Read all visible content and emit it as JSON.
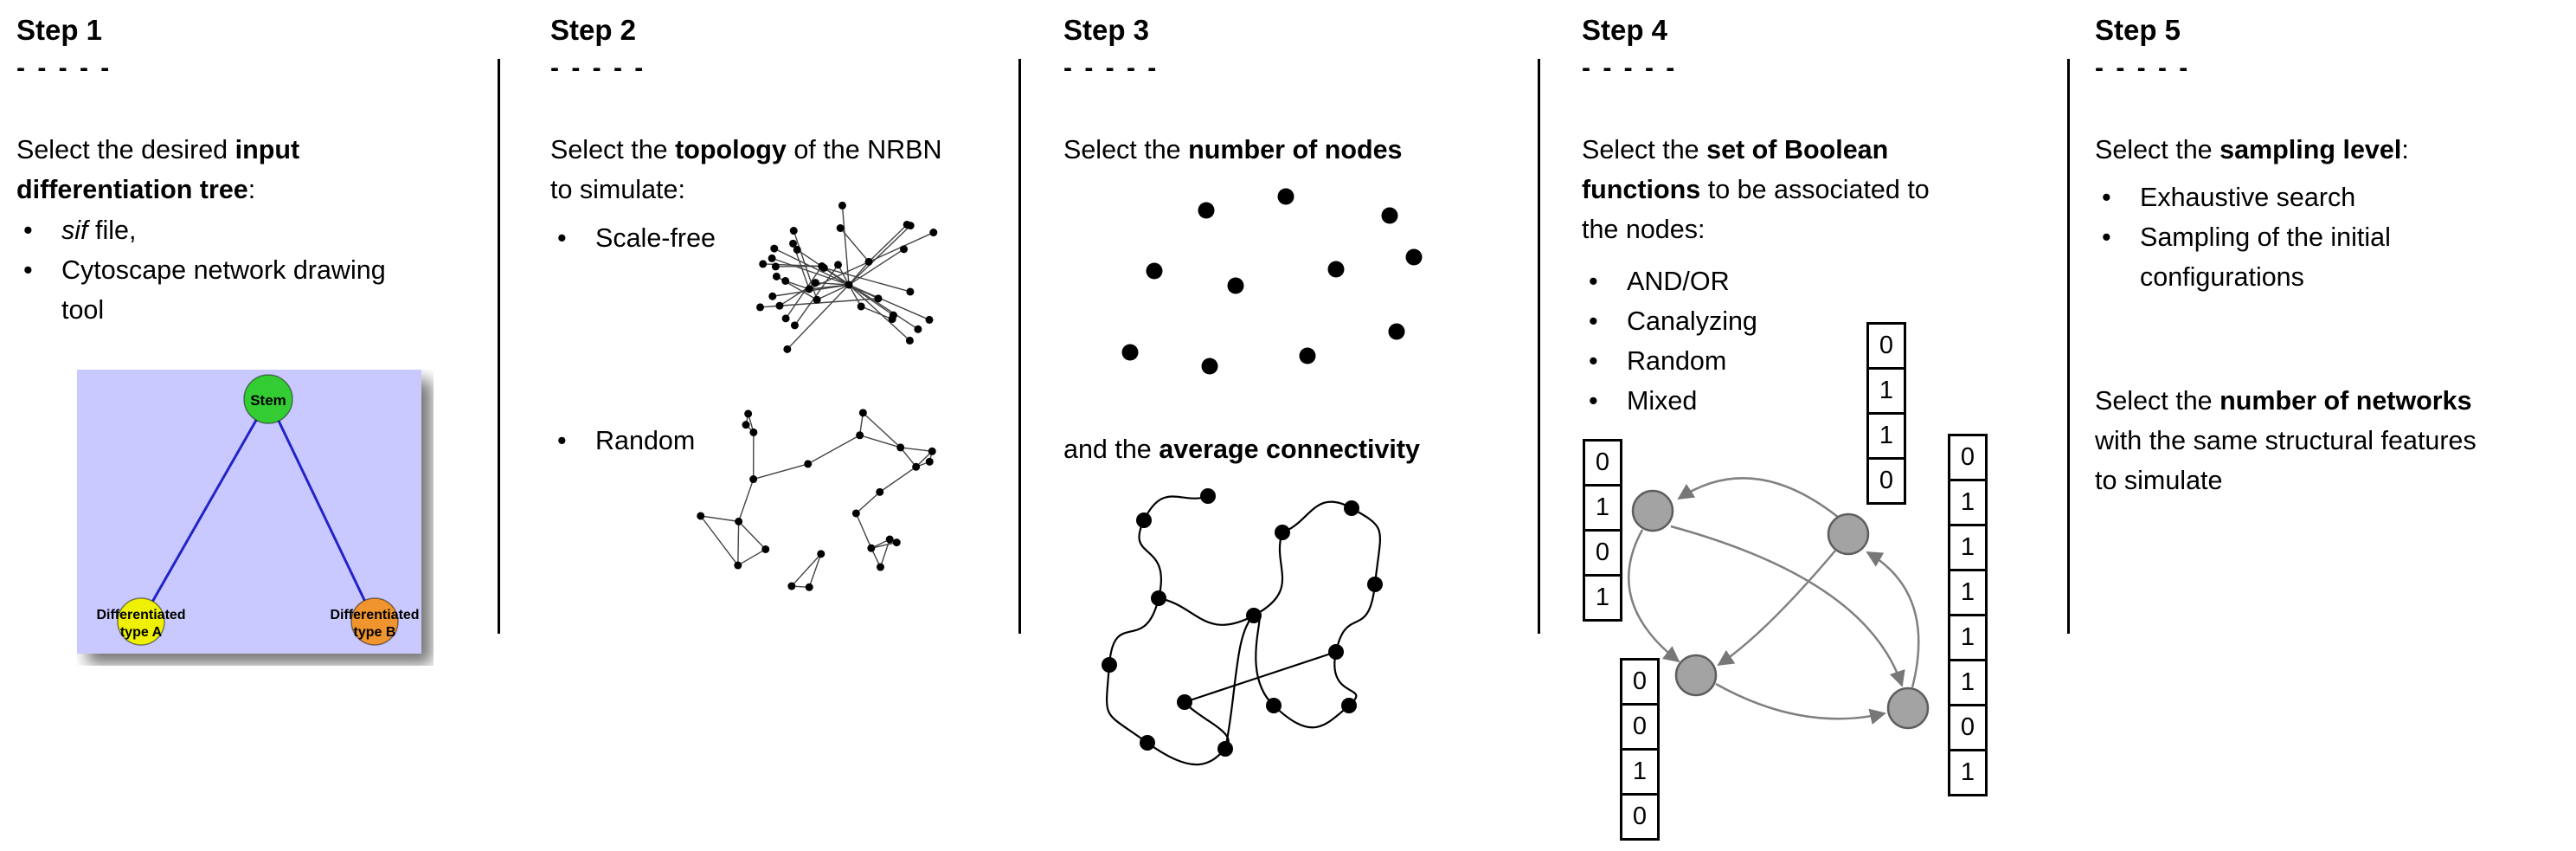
{
  "glyphs": {
    "bullet": "•"
  },
  "palette": {
    "tree-box": "#c9c9ff",
    "stem-green": "#33cc33",
    "type-a-yellow": "#f0f005",
    "type-b-orange": "#f0942d",
    "edge-blue": "#2222c8",
    "node-gray": "#a3a3a3"
  },
  "steps": [
    {
      "title": "Step 1",
      "dashes": "- - - - -",
      "intro": {
        "pre": "Select the desired ",
        "bold": "input differentiation tree",
        "post": ":"
      },
      "bullets": [
        {
          "italic": "sif",
          "text": " file,"
        },
        {
          "text": "Cytoscape network drawing tool"
        }
      ],
      "tree": {
        "stem_label": "Stem",
        "type_a_line1": "Differentiated",
        "type_a_line2": "type A",
        "type_b_line1": "Differentiated",
        "type_b_line2": "type B"
      }
    },
    {
      "title": "Step 2",
      "dashes": "- - - - -",
      "intro": {
        "pre": "Select the ",
        "bold": "topology",
        "post": " of the NRBN to simulate:"
      },
      "bullets": [
        {
          "text": "Scale-free"
        },
        {
          "text": "Random"
        }
      ]
    },
    {
      "title": "Step 3",
      "dashes": "- - - - -",
      "intro": {
        "pre": "Select the ",
        "bold": "number of nodes",
        "post": ""
      },
      "second": {
        "pre": "and the ",
        "bold": "average connectivity",
        "post": ""
      }
    },
    {
      "title": "Step 4",
      "dashes": "- - - - -",
      "intro": {
        "pre": "Select the ",
        "bold": "set of Boolean functions",
        "post": " to be associated to the nodes:"
      },
      "bullets": [
        {
          "text": "AND/OR"
        },
        {
          "text": "Canalyzing"
        },
        {
          "text": "Random"
        },
        {
          "text": "Mixed"
        }
      ],
      "truth_tables": {
        "left": [
          "0",
          "1",
          "0",
          "1"
        ],
        "top": [
          "0",
          "1",
          "1",
          "0"
        ],
        "bottom": [
          "0",
          "0",
          "1",
          "0"
        ],
        "right": [
          "0",
          "1",
          "1",
          "1",
          "1",
          "1",
          "0",
          "1"
        ]
      }
    },
    {
      "title": "Step 5",
      "dashes": "- - - - -",
      "intro": {
        "pre": "Select the ",
        "bold": "sampling level",
        "post": ":"
      },
      "bullets": [
        {
          "text": "Exhaustive search"
        },
        {
          "text": "Sampling of the initial configurations"
        }
      ],
      "second": {
        "pre": "Select the ",
        "bold": "number of networks",
        "post": " with the same structural features to simulate"
      }
    }
  ]
}
